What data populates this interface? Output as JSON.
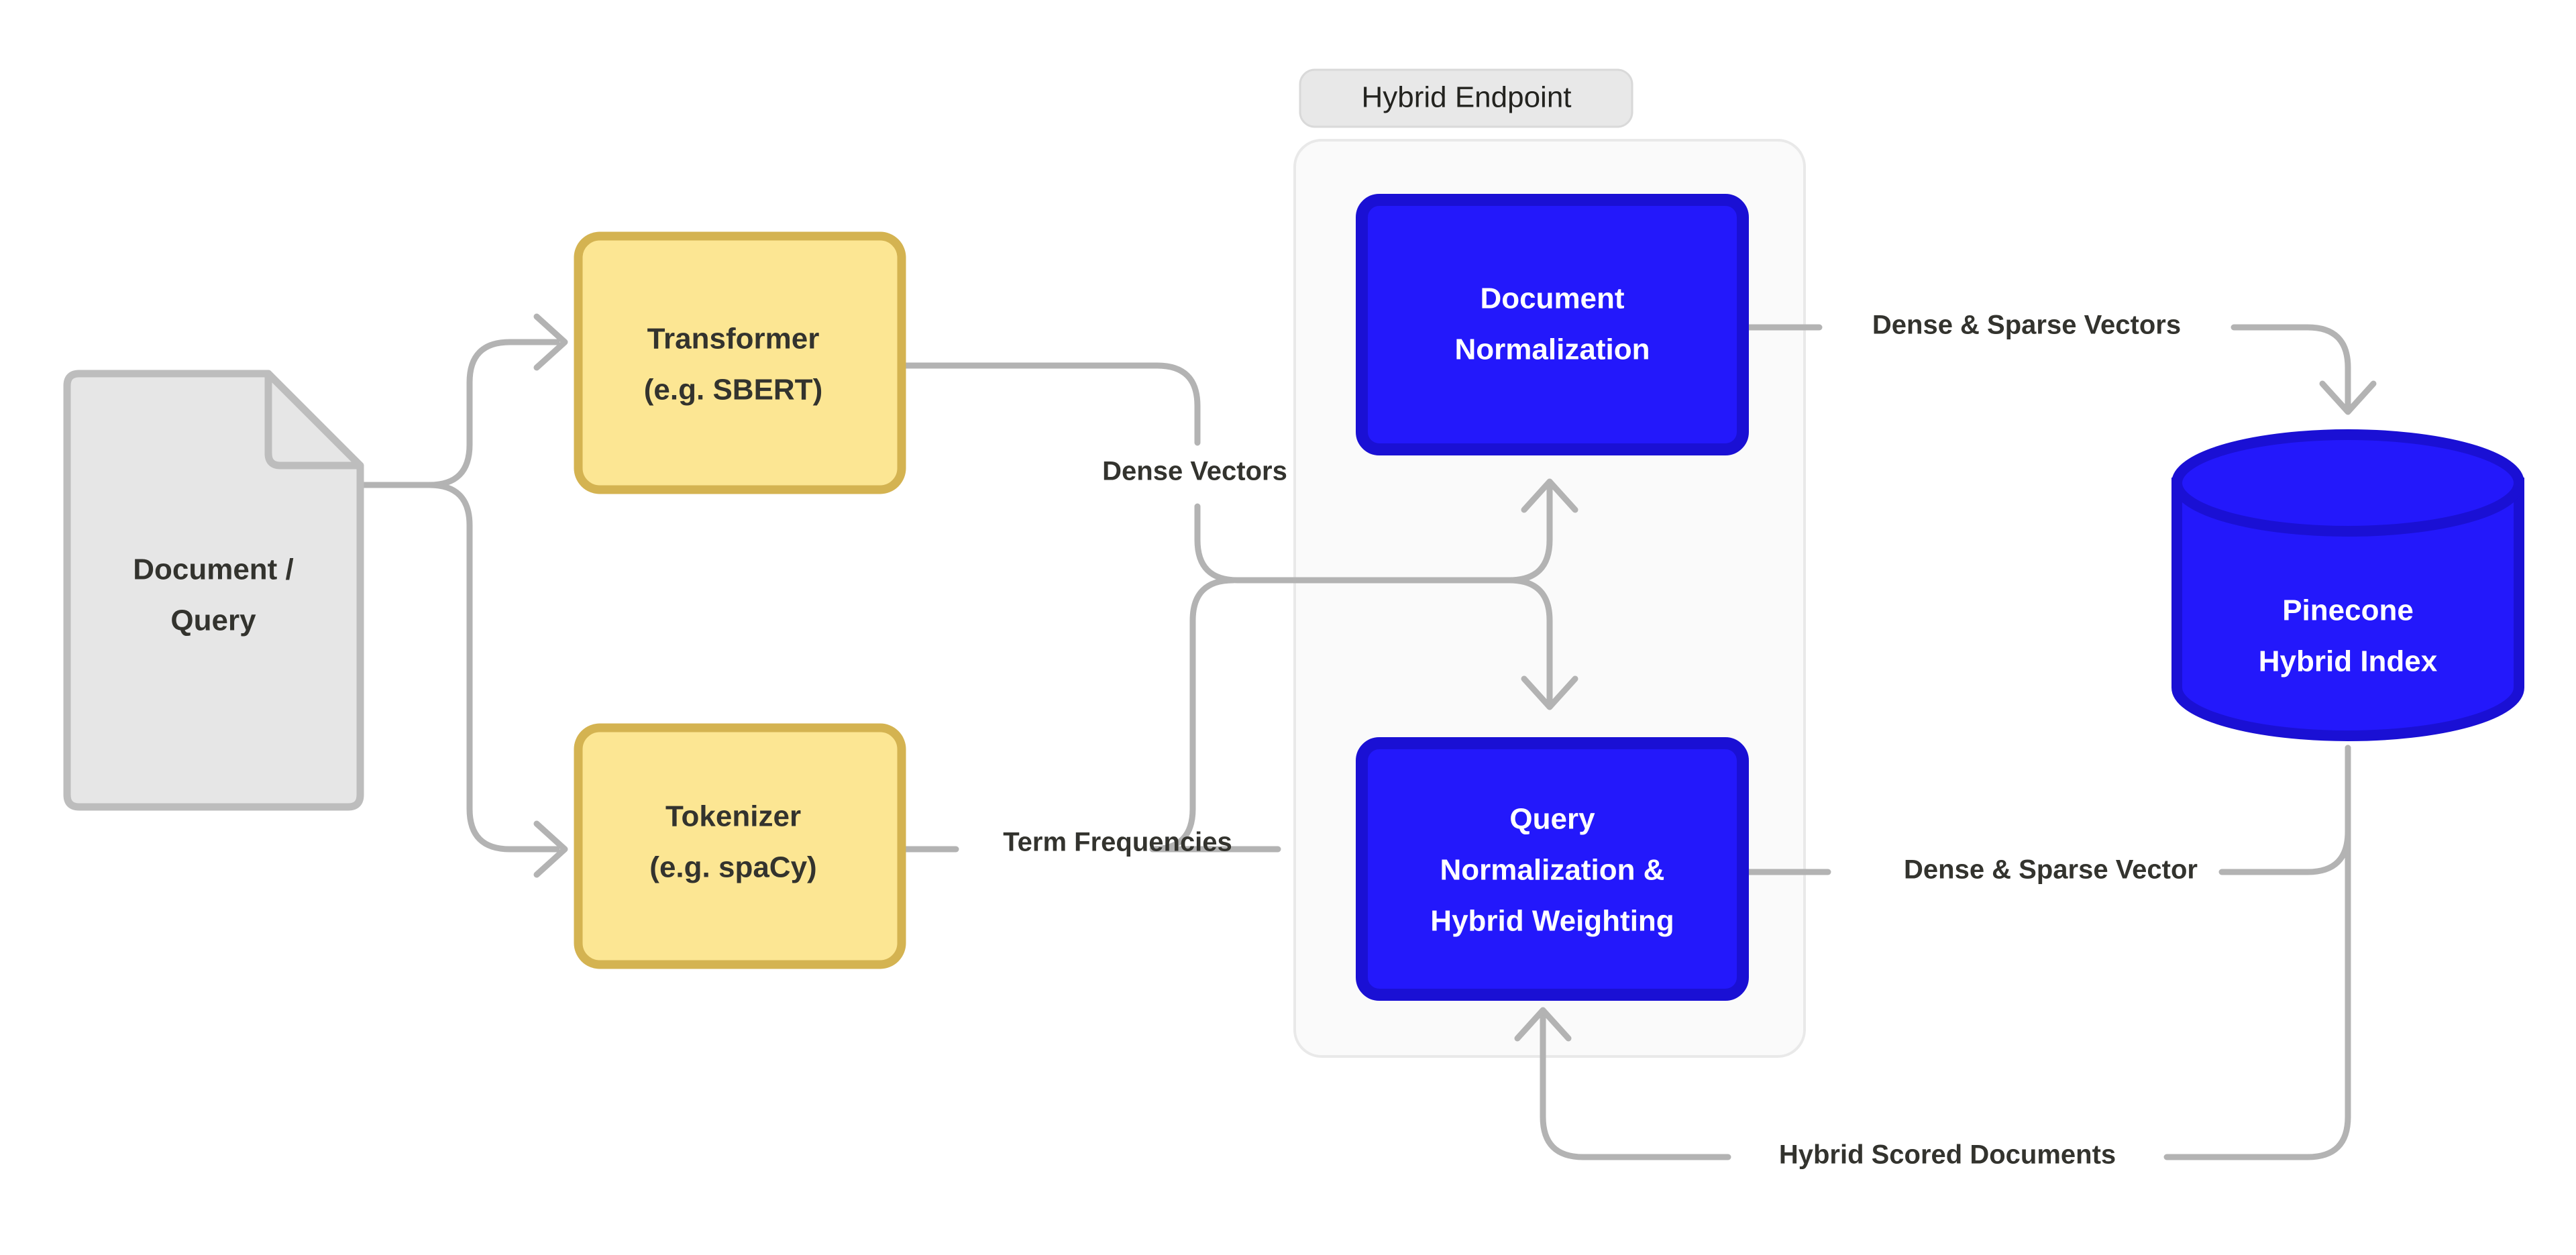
{
  "diagram": {
    "title": "Pinecone hybrid search pipeline",
    "background": "#ffffff",
    "colors": {
      "edge": "#b3b3b3",
      "text_dark": "#33332e",
      "text_light": "#ffffff",
      "yellow_fill": "#fce693",
      "yellow_stroke": "#d4b351",
      "blue_fill": "#2318fb",
      "blue_stroke": "#1a10d4",
      "doc_fill": "#e6e6e6",
      "doc_stroke": "#bdbdbd",
      "group_fill": "#fafafa",
      "group_stroke": "#e8e8e8",
      "chip_fill": "#e6e6e6"
    },
    "group": {
      "label": "Hybrid Endpoint",
      "name": "hybrid-endpoint-group"
    },
    "nodes": [
      {
        "id": "document-query",
        "shape": "document",
        "lines": [
          "Document /",
          "Query"
        ]
      },
      {
        "id": "transformer",
        "shape": "rounded-rect",
        "lines": [
          "Transformer",
          "(e.g. SBERT)"
        ]
      },
      {
        "id": "tokenizer",
        "shape": "rounded-rect",
        "lines": [
          "Tokenizer",
          "(e.g. spaCy)"
        ]
      },
      {
        "id": "document-normalization",
        "shape": "rounded-rect",
        "lines": [
          "Document",
          "Normalization"
        ]
      },
      {
        "id": "query-normalization",
        "shape": "rounded-rect",
        "lines": [
          "Query",
          "Normalization &",
          "Hybrid Weighting"
        ]
      },
      {
        "id": "pinecone-hybrid-index",
        "shape": "cylinder",
        "lines": [
          "Pinecone",
          "Hybrid Index"
        ]
      }
    ],
    "edges": [
      {
        "id": "dense-vectors",
        "label": "Dense Vectors",
        "from": "transformer",
        "to": "document-normalization"
      },
      {
        "id": "term-frequencies",
        "label": "Term Frequencies",
        "from": "tokenizer",
        "to": "query-normalization"
      },
      {
        "id": "dense-sparse-vectors",
        "label": "Dense & Sparse Vectors",
        "from": "document-normalization",
        "to": "pinecone-hybrid-index"
      },
      {
        "id": "dense-sparse-vector",
        "label": "Dense & Sparse Vector",
        "from": "query-normalization",
        "to": "pinecone-hybrid-index"
      },
      {
        "id": "hybrid-scored-documents",
        "label": "Hybrid Scored Documents",
        "from": "pinecone-hybrid-index",
        "to": "query-normalization"
      }
    ]
  }
}
